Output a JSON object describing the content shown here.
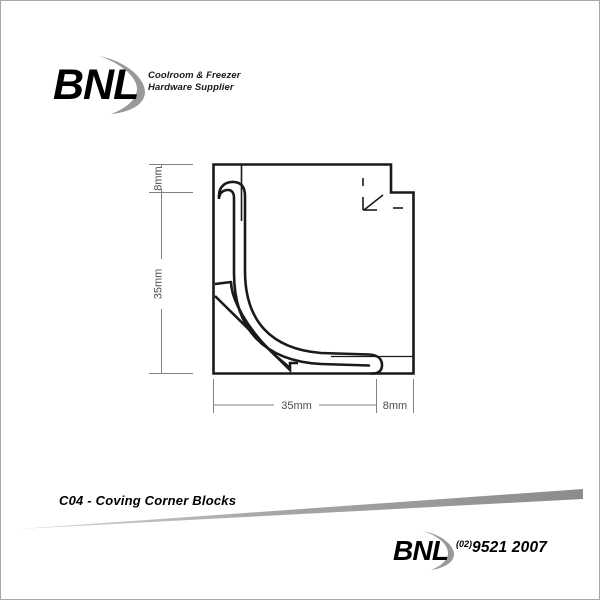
{
  "page": {
    "background_color": "#ffffff",
    "border_color": "#a8a8a8"
  },
  "header": {
    "logo_text": "BNL",
    "logo_icon": "bnl-swoosh-icon",
    "tagline_line1": "Coolroom & Freezer",
    "tagline_line2": "Hardware Supplier"
  },
  "drawing": {
    "title": "coving-corner-block-cross-section",
    "line_color": "#1a1a1a",
    "dimension_color": "#808080",
    "dimension_text_color": "#4d4d4d",
    "vertical_dimensions": [
      {
        "label": "8mm",
        "id": "vertical-8mm"
      },
      {
        "label": "35mm",
        "id": "vertical-35mm"
      }
    ],
    "horizontal_dimensions": [
      {
        "label": "35mm",
        "id": "horizontal-35mm"
      },
      {
        "label": "8mm",
        "id": "horizontal-8mm"
      }
    ]
  },
  "caption": {
    "text": "C04 - Coving Corner Blocks"
  },
  "footer": {
    "logo_text": "BNL",
    "logo_icon": "bnl-swoosh-icon",
    "area_code": "(02)",
    "phone": "9521 2007",
    "wedge_color_dark": "#8c8c8c",
    "wedge_color_light": "#d4d4d4"
  }
}
